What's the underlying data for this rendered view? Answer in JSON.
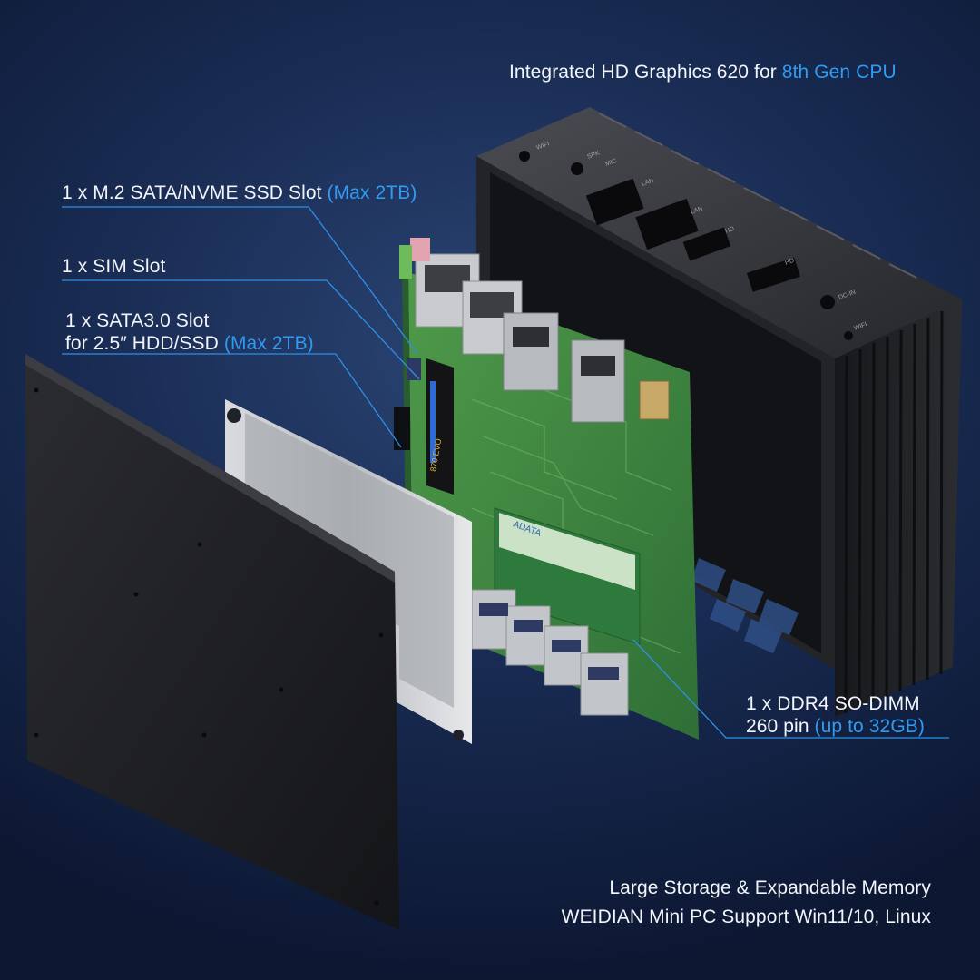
{
  "callouts": {
    "graphics": {
      "main": "Integrated HD Graphics 620 for ",
      "highlight": "8th Gen CPU"
    },
    "m2": {
      "main": "1 x M.2 SATA/NVME SSD Slot ",
      "highlight": "(Max 2TB)"
    },
    "sim": {
      "main": "1 x SIM Slot"
    },
    "sata_line1": "1 x SATA3.0 Slot",
    "sata_line2": {
      "main": "for 2.5″ HDD/SSD ",
      "highlight": "(Max 2TB)"
    },
    "ddr_line1": "1 x DDR4 SO-DIMM",
    "ddr_line2": {
      "main": "260 pin ",
      "highlight": "(up to 32GB)"
    }
  },
  "footer": {
    "line1": "Large Storage & Expandable Memory",
    "line2": "WEIDIAN Mini PC Support Win11/10, Linux"
  },
  "case_port_labels": {
    "wifi": "WIFI",
    "spk": "SPK",
    "mic": "MIC",
    "lan": "LAN",
    "hd": "HD",
    "dcin": "DC-IN"
  },
  "components": {
    "ram_brand": "ADATA",
    "ssd_label": "870 EVO"
  },
  "colors": {
    "background": "#1a2d55",
    "accent": "#2f9bf2",
    "text": "#f2f5fa",
    "pcb": "#3e8a3f",
    "case": "#1c1d20"
  }
}
